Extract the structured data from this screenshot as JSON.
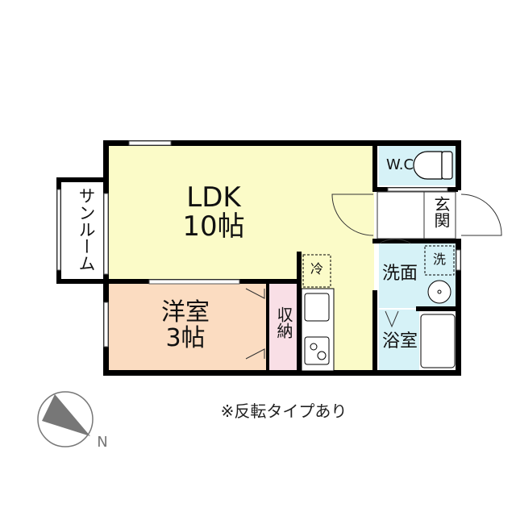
{
  "floorplan": {
    "rooms": [
      {
        "id": "ldk",
        "name": "LDK",
        "size": "10帖",
        "color": "#fbfbc8"
      },
      {
        "id": "western",
        "name": "洋室",
        "size": "3帖",
        "color": "#fbdcc1"
      },
      {
        "id": "storage",
        "name": "収納",
        "color": "#f9dfe6"
      },
      {
        "id": "sunroom",
        "name": "サンルーム",
        "color": "#ffffff"
      },
      {
        "id": "wc",
        "name": "W.C",
        "color": "#d6f2f7"
      },
      {
        "id": "entrance",
        "name": "玄関",
        "color": "#ffffff"
      },
      {
        "id": "washroom",
        "name": "洗面",
        "color": "#d6f2f7"
      },
      {
        "id": "bathroom",
        "name": "浴室",
        "color": "#d6f2f7"
      }
    ],
    "fixtures": {
      "fridge": "冷",
      "washer": "洗"
    },
    "note": "※反転タイプあり",
    "compass": {
      "label": "N"
    },
    "wall_color": "#000000"
  }
}
